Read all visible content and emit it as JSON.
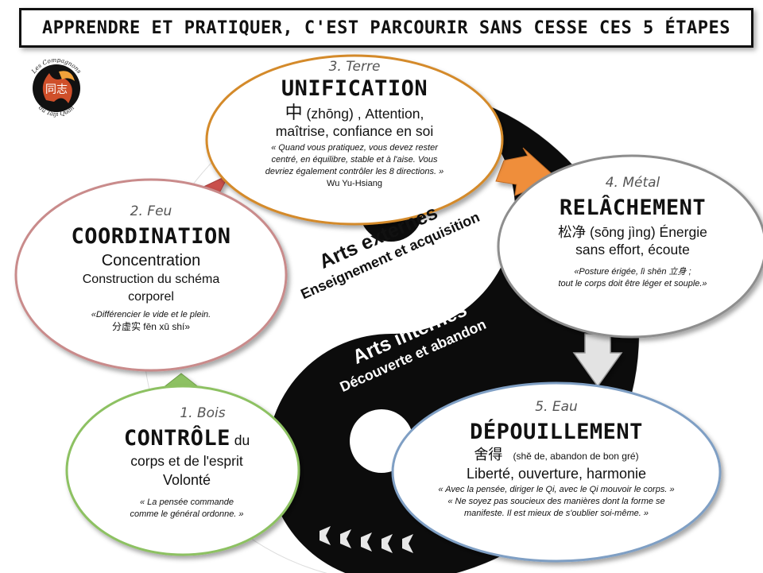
{
  "title": "APPRENDRE ET PRATIQUER, C'EST PARCOURIR SANS CESSE CES 5 ÉTAPES",
  "logo": {
    "text_top": "Les Compagnons",
    "text_bottom": "du Taiji Quan",
    "glyph": "同志"
  },
  "colors": {
    "terre": "#d48a2a",
    "feu": "#c98b8b",
    "metal": "#8e8e8e",
    "bois": "#8dc162",
    "eau": "#7f9fc4",
    "arrow_red": "#c9504b",
    "arrow_orange": "#ef8e3b",
    "arrow_green": "#8dc162",
    "arrow_grey": "#e3e3e3"
  },
  "steps": {
    "terre": {
      "step": "3. Terre",
      "heading": "UNIFICATION",
      "line1_cjk": "中",
      "line1_rest": " (zhōng) , Attention,",
      "line2": "maîtrise, confiance en soi",
      "quote": [
        "« Quand vous pratiquez, vous devez rester",
        "centré, en équilibre, stable et à l'aise. Vous",
        "devriez également contrôler les 8 directions. »"
      ],
      "author": "Wu Yu-Hsiang"
    },
    "feu": {
      "step": "2. Feu",
      "heading": "COORDINATION",
      "line1": "Concentration",
      "line2": "Construction du schéma",
      "line3": "corporel",
      "quote1": "«Différencier le vide et le plein.",
      "quote2": "分虚实  fēn xū shí»"
    },
    "metal": {
      "step": "4. Métal",
      "heading": "RELÂCHEMENT",
      "line1": "松净   (sōng jìng) Énergie",
      "line2": "sans effort, écoute",
      "quote1": "«Posture érigée, lì shēn 立身 ;",
      "quote2": "tout le corps doit être léger et souple.»"
    },
    "bois": {
      "step": "1. Bois",
      "heading": "CONTRÔLE",
      "heading_suffix": " du",
      "line1": "corps et de l'esprit",
      "line2": "Volonté",
      "quote1": "« La pensée commande",
      "quote2": "comme  le général ordonne. »"
    },
    "eau": {
      "step": "5. Eau",
      "heading": "DÉPOUILLEMENT",
      "line1_cjk": "舍得",
      "line1_rest": "(shě de, abandon de bon gré)",
      "line2": "Liberté, ouverture, harmonie",
      "quote": [
        "« Avec la pensée, diriger le Qi, avec le Qi mouvoir le corps. »",
        "« Ne soyez pas soucieux des manières dont la forme se",
        "manifeste. Il est mieux de s'oublier soi-même. »"
      ]
    }
  },
  "arts": {
    "externes": "Arts externes",
    "externes_sub": "Enseignement et acquisition",
    "internes": "Arts internes",
    "internes_sub": "Découverte et abandon"
  }
}
